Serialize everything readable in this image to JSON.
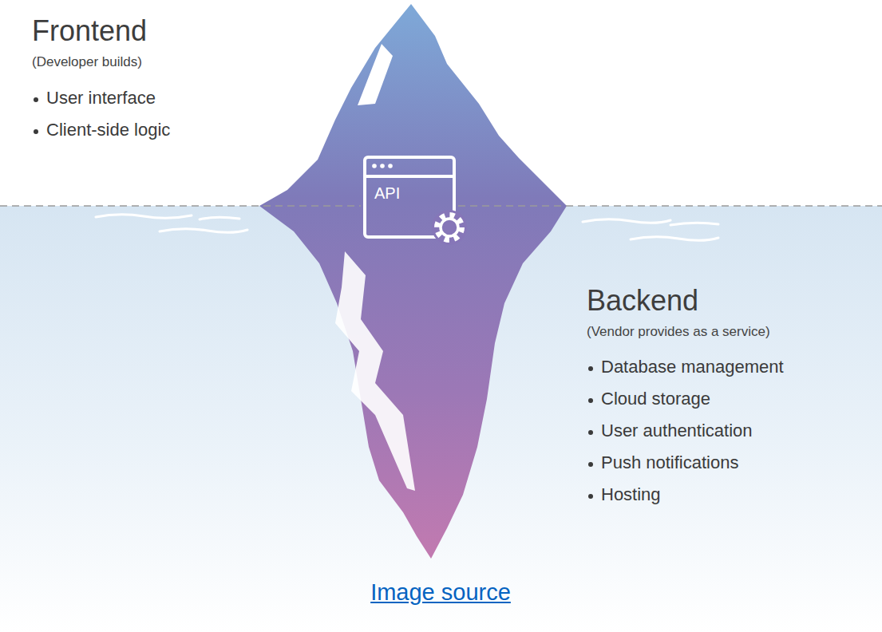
{
  "diagram": {
    "caption": "Image source",
    "nodes": [
      {
        "text": [
          "API"
        ]
      }
    ],
    "labels": [
      "Frontend",
      "(Developer builds)",
      "User interface",
      "Client-side logic",
      "Backend",
      "(Vendor provides as a service)",
      "Database management",
      "Cloud storage",
      "User authentication",
      "Push notifications",
      "Hosting"
    ]
  }
}
